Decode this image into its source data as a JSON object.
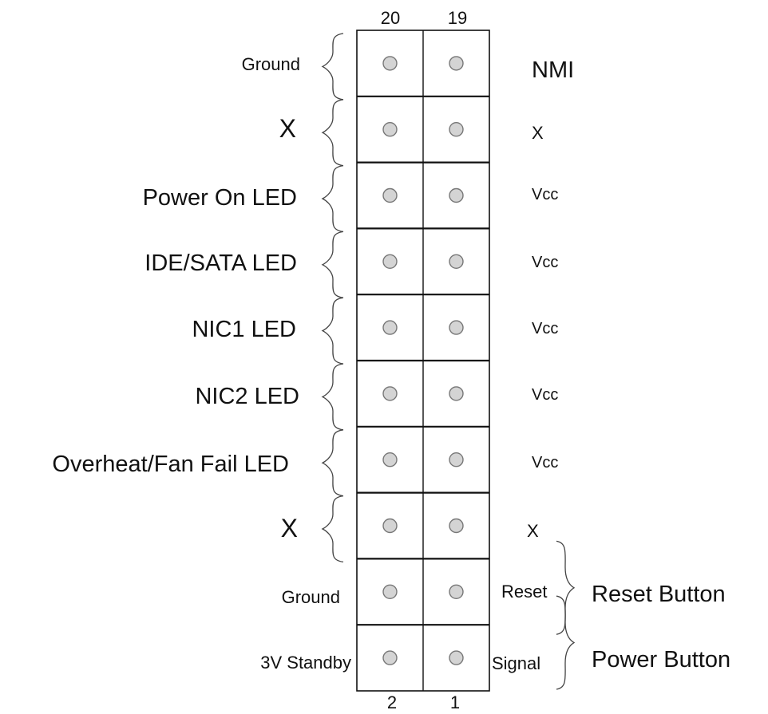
{
  "header": {
    "top_pins": [
      "20",
      "19"
    ],
    "bottom_pins": [
      "2",
      "1"
    ]
  },
  "rows": [
    {
      "left": "Ground",
      "right": "NMI"
    },
    {
      "left": "X",
      "right": "X"
    },
    {
      "left": "Power On LED",
      "right": "Vcc"
    },
    {
      "left": "IDE/SATA LED",
      "right": "Vcc"
    },
    {
      "left": "NIC1 LED",
      "right": "Vcc"
    },
    {
      "left": "NIC2 LED",
      "right": "Vcc"
    },
    {
      "left": "Overheat/Fan Fail LED",
      "right": "Vcc"
    },
    {
      "left": "X",
      "right": "X"
    },
    {
      "left": "Ground",
      "right": "Reset"
    },
    {
      "left": "3V Standby",
      "right": "Signal"
    }
  ],
  "groups": {
    "reset": "Reset Button",
    "power": "Power Button"
  },
  "colors": {
    "line": "#111111",
    "pin_fill": "#d4d4d4",
    "pin_stroke": "#777777"
  }
}
